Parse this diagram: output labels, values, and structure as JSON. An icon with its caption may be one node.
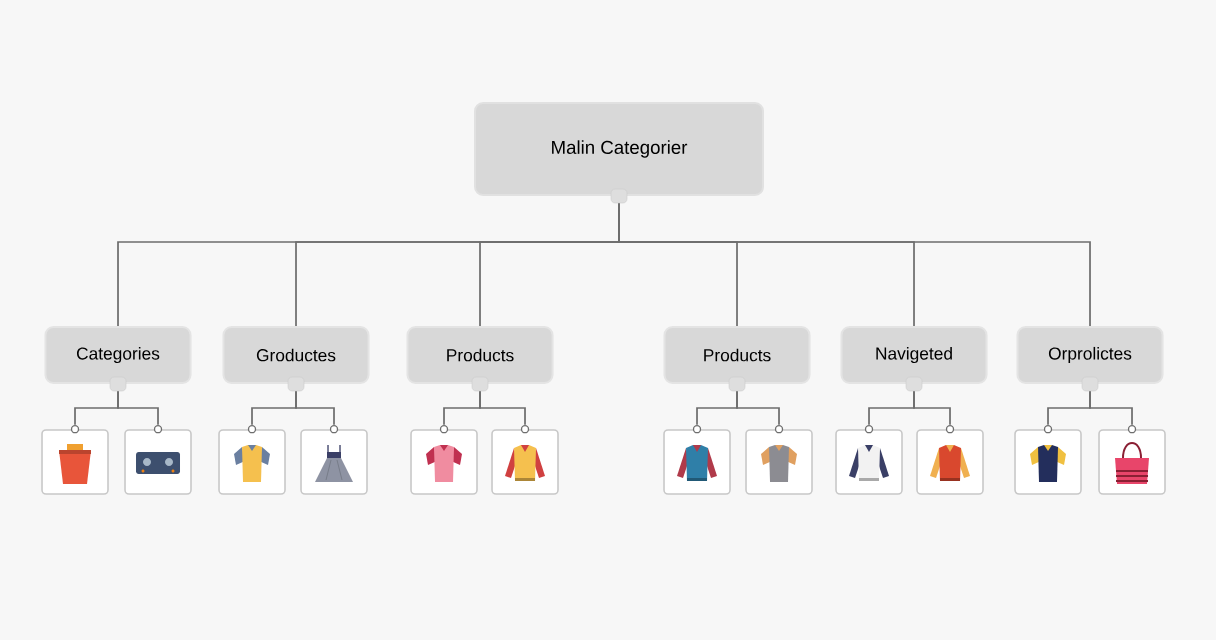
{
  "diagram": {
    "nodes": [
      {
        "text": [
          "Malin Categorier"
        ]
      },
      {
        "text": [
          "Categories"
        ]
      },
      {
        "text": [
          "Groductes"
        ]
      },
      {
        "text": [
          "Products"
        ]
      },
      {
        "text": [
          "Products"
        ]
      },
      {
        "text": [
          "Navigeted"
        ]
      },
      {
        "text": [
          "Orprolictes"
        ]
      },
      {
        "text": [],
        "shape": "picture"
      },
      {
        "text": [],
        "shape": "picture"
      },
      {
        "text": [],
        "shape": "picture"
      },
      {
        "text": [],
        "shape": "picture"
      },
      {
        "text": [],
        "shape": "picture"
      },
      {
        "text": [],
        "shape": "picture"
      },
      {
        "text": [],
        "shape": "picture"
      },
      {
        "text": [],
        "shape": "picture"
      },
      {
        "text": [],
        "shape": "picture"
      },
      {
        "text": [],
        "shape": "picture"
      },
      {
        "text": [],
        "shape": "picture"
      },
      {
        "text": [],
        "shape": "picture"
      }
    ],
    "edges": [
      {
        "from": 0,
        "to": 1,
        "arrow": "none"
      },
      {
        "from": 0,
        "to": 2,
        "arrow": "none"
      },
      {
        "from": 0,
        "to": 3,
        "arrow": "none"
      },
      {
        "from": 0,
        "to": 4,
        "arrow": "none"
      },
      {
        "from": 0,
        "to": 5,
        "arrow": "none"
      },
      {
        "from": 0,
        "to": 6,
        "arrow": "none"
      },
      {
        "from": 1,
        "to": 7,
        "arrow": "none"
      },
      {
        "from": 1,
        "to": 8,
        "arrow": "none"
      },
      {
        "from": 2,
        "to": 9,
        "arrow": "none"
      },
      {
        "from": 2,
        "to": 10,
        "arrow": "none"
      },
      {
        "from": 3,
        "to": 11,
        "arrow": "none"
      },
      {
        "from": 3,
        "to": 12,
        "arrow": "none"
      },
      {
        "from": 4,
        "to": 13,
        "arrow": "none"
      },
      {
        "from": 4,
        "to": 14,
        "arrow": "none"
      },
      {
        "from": 5,
        "to": 15,
        "arrow": "none"
      },
      {
        "from": 5,
        "to": 16,
        "arrow": "none"
      },
      {
        "from": 6,
        "to": 17,
        "arrow": "none"
      },
      {
        "from": 6,
        "to": 18,
        "arrow": "none"
      }
    ]
  }
}
